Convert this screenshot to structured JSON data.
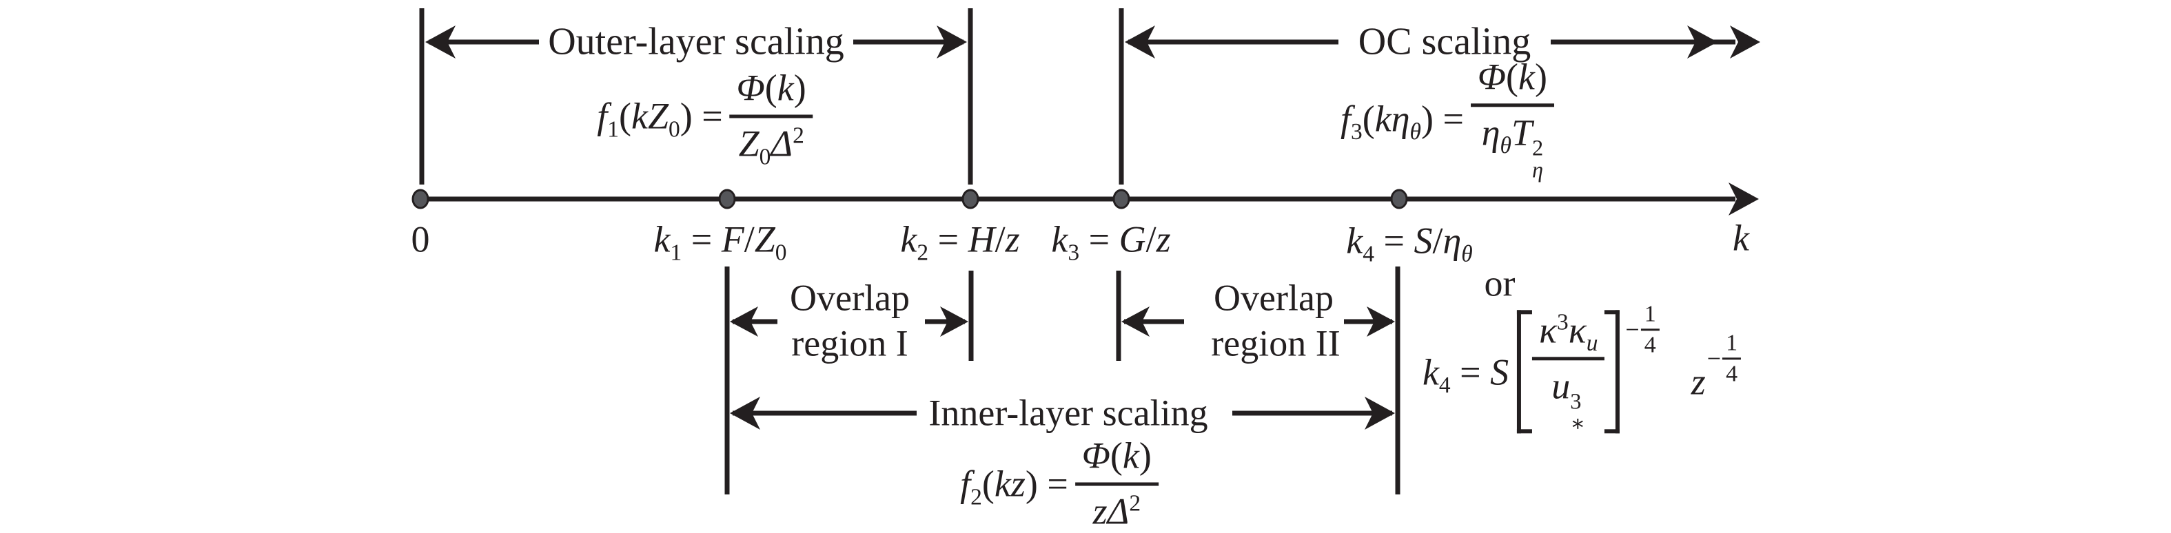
{
  "colors": {
    "ink": "#231f20",
    "dot_fill": "#55565a",
    "background": "#ffffff"
  },
  "axis": {
    "arrow_label_html": "<i>k</i>",
    "points": [
      {
        "name": "origin",
        "label_html": "0"
      },
      {
        "name": "k1",
        "label_html": "<i>k</i><sub>1</sub> = <i>F</i>/<i>Z</i><sub>0</sub>"
      },
      {
        "name": "k2",
        "label_html": "<i>k</i><sub>2</sub> = <i>H</i>/<i>z</i>"
      },
      {
        "name": "k3",
        "label_html": "<i>k</i><sub>3</sub> = <i>G</i>/<i>z</i>"
      },
      {
        "name": "k4",
        "label_html": "<i>k</i><sub>4</sub> = <i>S</i>/<i>η</i><sub><i>θ</i></sub>"
      }
    ]
  },
  "regions": {
    "outer": {
      "title": "Outer-layer scaling",
      "formula": {
        "lhs_html": "<i>f</i><sub>1</sub>(<i>kZ</i><sub>0</sub>) =",
        "num_html": "<i>Φ</i>(<i>k</i>)",
        "den_html": "<i>Z</i><sub>0</sub><i>Δ</i><sup>2</sup>"
      }
    },
    "oc": {
      "title": "OC scaling",
      "formula": {
        "lhs_html": "<i>f</i><sub>3</sub>(<i>kη</i><sub><i>θ</i></sub>) =",
        "num_html": "<i>Φ</i>(<i>k</i>)",
        "den_html": "<i>η</i><sub><i>θ</i></sub><i>T</i><span class='supsub'><sup>2</sup><sub><i>η</i></sub></span>"
      }
    },
    "inner": {
      "title": "Inner-layer scaling",
      "formula": {
        "lhs_html": "<i>f</i><sub>2</sub>(<i>kz</i>) =",
        "num_html": "<i>Φ</i>(<i>k</i>)",
        "den_html": "<i>zΔ</i><sup>2</sup>"
      }
    },
    "overlap1": {
      "line1": "Overlap",
      "line2": "region I"
    },
    "overlap2": {
      "line1": "Overlap",
      "line2": "region II"
    }
  },
  "alternative": {
    "or_label": "or",
    "lhs_html": "<i>k</i><sub>4</sub> = <i>S</i>",
    "frac_num_html": "<i>κ</i><sup>3</sup><i>κ</i><sub><i>u</i></sub>",
    "frac_den_html": "<i>u</i><span class='supsub'><sup>3</sup><sub>∗</sub></span>",
    "exp_minus": "−",
    "exp_num": "1",
    "exp_den": "4",
    "z_html": "<i>z</i>",
    "z_exp_minus": "−",
    "z_exp_num": "1",
    "z_exp_den": "4"
  }
}
